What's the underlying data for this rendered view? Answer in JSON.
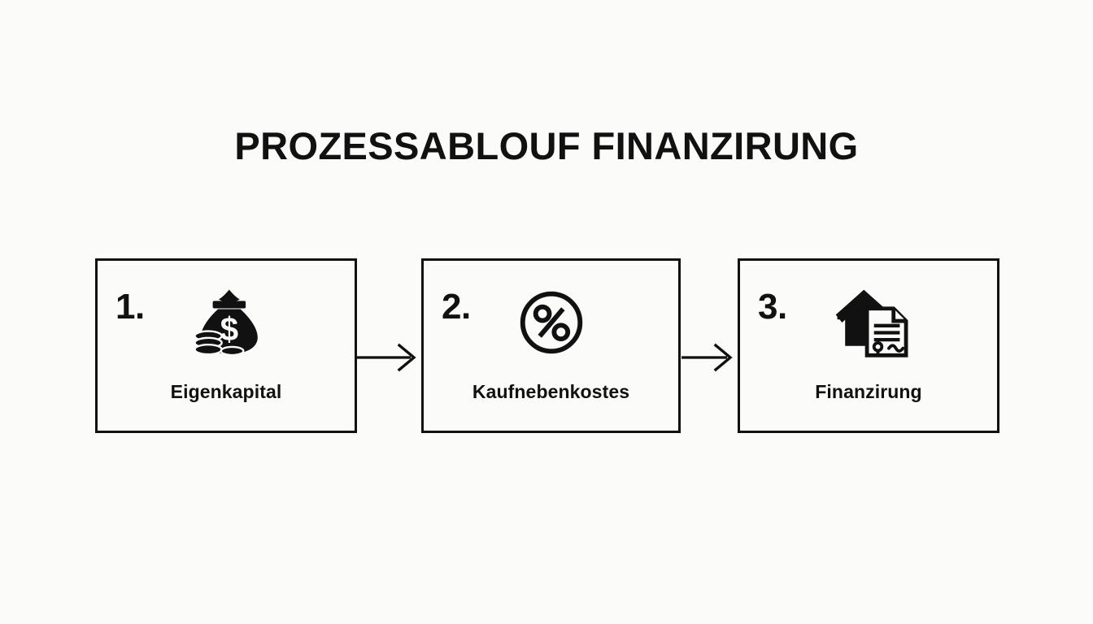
{
  "slide": {
    "background_color": "#fbfbfa",
    "ink_color": "#111111",
    "title": "PROZESSABLOUF FINANZIRUNG"
  },
  "steps": [
    {
      "number": "1.",
      "label": "Eigenkapital",
      "icon": "money-bag-icon"
    },
    {
      "number": "2.",
      "label": "Kaufnebenkostes",
      "icon": "percent-circle-icon"
    },
    {
      "number": "3.",
      "label": "Finanzirung",
      "icon": "house-document-icon"
    }
  ],
  "connectors": [
    {
      "name": "arrow-right-icon"
    },
    {
      "name": "arrow-right-icon"
    }
  ]
}
